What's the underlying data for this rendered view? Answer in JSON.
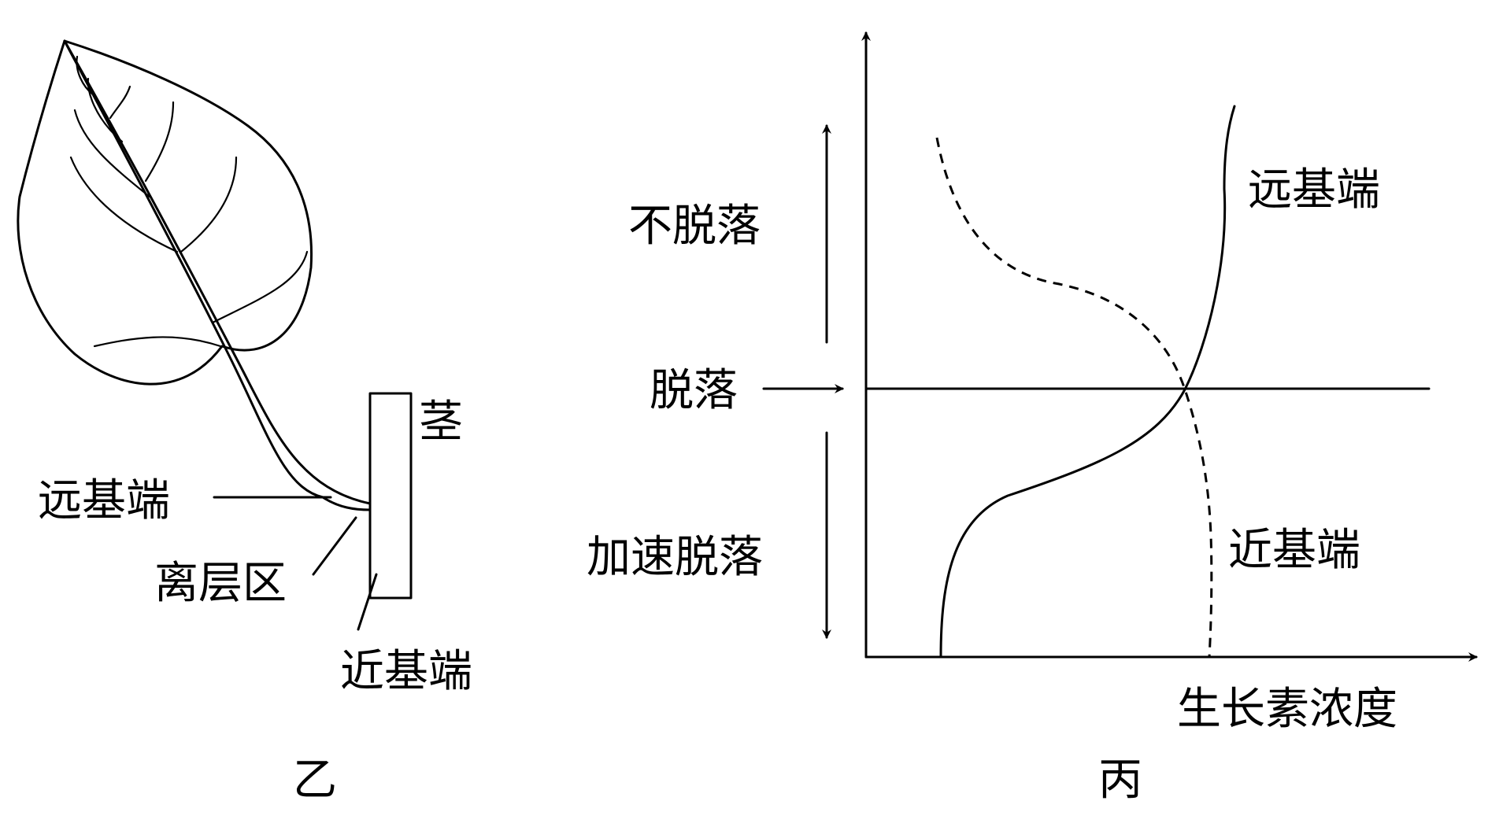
{
  "panel_left": {
    "caption": "乙",
    "stem_label": "茎",
    "distal_label": "远基端",
    "abscission_zone_label": "离层区",
    "proximal_label": "近基端"
  },
  "panel_right": {
    "caption": "丙",
    "x_axis_label": "生长素浓度",
    "no_abscission_label": "不脱落",
    "abscission_label": "脱落",
    "accelerated_abscission_label": "加速脱落",
    "distal_curve_label": "远基端",
    "proximal_curve_label": "近基端"
  }
}
